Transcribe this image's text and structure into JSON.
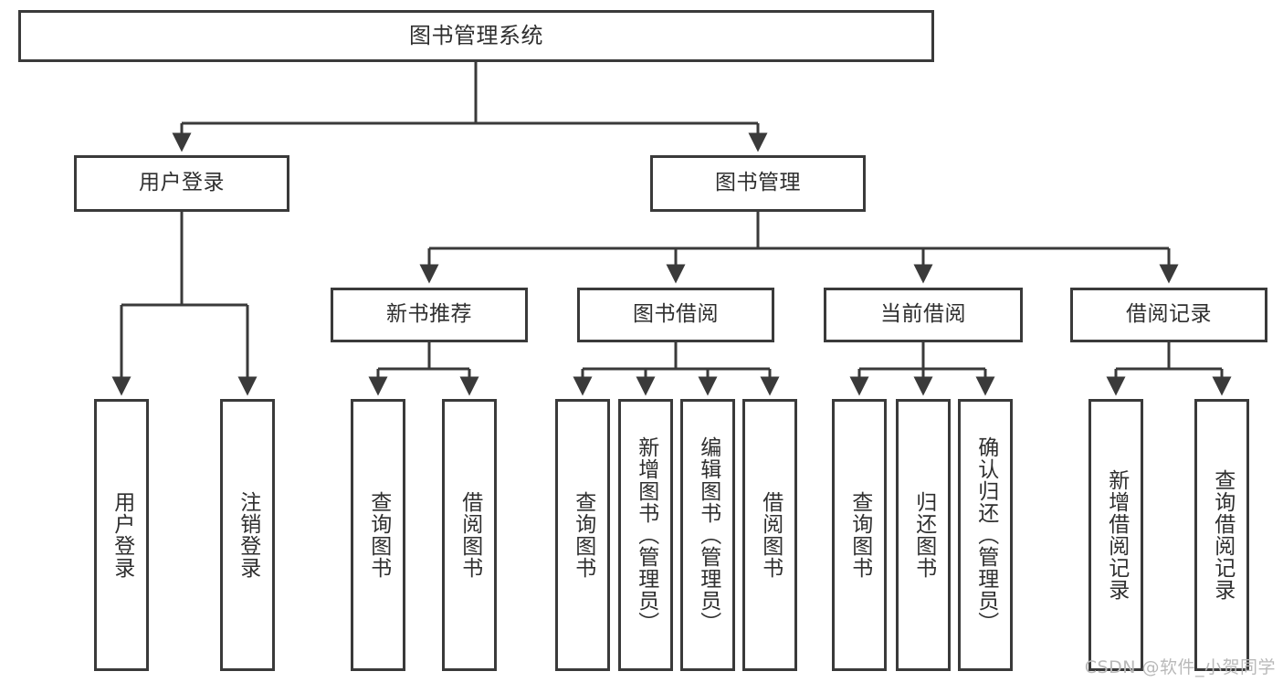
{
  "diagram": {
    "title": "图书管理系统",
    "type": "tree-hierarchy-chart",
    "stroke_color": "#3a3a3a",
    "text_color": "#2f2f2f",
    "background": "#ffffff",
    "root": {
      "label": "图书管理系统"
    },
    "level2": [
      {
        "label": "用户登录"
      },
      {
        "label": "图书管理"
      }
    ],
    "level3": [
      {
        "label": "新书推荐"
      },
      {
        "label": "图书借阅"
      },
      {
        "label": "当前借阅"
      },
      {
        "label": "借阅记录"
      }
    ],
    "leaves": {
      "user_login": [
        {
          "label": "用户登录"
        },
        {
          "label": "注销登录"
        }
      ],
      "new_book_recommend": [
        {
          "label": "查询图书"
        },
        {
          "label": "借阅图书"
        }
      ],
      "book_borrow": [
        {
          "label": "查询图书"
        },
        {
          "label": "新增图书（管理员）"
        },
        {
          "label": "编辑图书（管理员）"
        },
        {
          "label": "借阅图书"
        }
      ],
      "current_borrow": [
        {
          "label": "查询图书"
        },
        {
          "label": "归还图书"
        },
        {
          "label": "确认归还（管理员）"
        }
      ],
      "borrow_record": [
        {
          "label": "新增借阅记录"
        },
        {
          "label": "查询借阅记录"
        }
      ]
    }
  },
  "watermark": {
    "text": "CSDN @软件_小贺同学",
    "color": "#b9b9b9"
  }
}
